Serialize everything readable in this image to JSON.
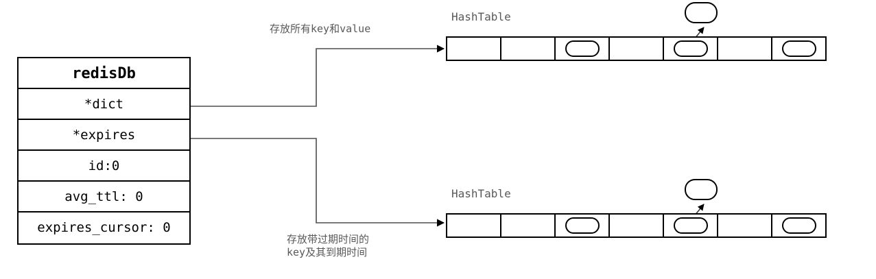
{
  "struct": {
    "name": "redisDb",
    "fields": [
      {
        "label": "redisDb",
        "kind": "header"
      },
      {
        "label": "*dict",
        "kind": "field"
      },
      {
        "label": "*expires",
        "kind": "field"
      },
      {
        "label": "id:0",
        "kind": "field"
      },
      {
        "label": "avg_ttl: 0",
        "kind": "field"
      },
      {
        "label": "expires_cursor: 0",
        "kind": "field"
      }
    ]
  },
  "annotations": {
    "dict_label": "存放所有key和value",
    "expires_label_line1": "存放带过期时间的",
    "expires_label_line2": "key及其到期时间"
  },
  "hashtables": [
    {
      "title": "HashTable",
      "source_field": "*dict",
      "cells": [
        {
          "occupied": false
        },
        {
          "occupied": false
        },
        {
          "occupied": true
        },
        {
          "occupied": false
        },
        {
          "occupied": true,
          "chained": true
        },
        {
          "occupied": false
        },
        {
          "occupied": true
        }
      ]
    },
    {
      "title": "HashTable",
      "source_field": "*expires",
      "cells": [
        {
          "occupied": false
        },
        {
          "occupied": false
        },
        {
          "occupied": true
        },
        {
          "occupied": false
        },
        {
          "occupied": true,
          "chained": true
        },
        {
          "occupied": false
        },
        {
          "occupied": true
        }
      ]
    }
  ],
  "colors": {
    "stroke": "#000000",
    "label_gray": "#595959",
    "connector": "#4d4d4d",
    "background": "#ffffff"
  }
}
